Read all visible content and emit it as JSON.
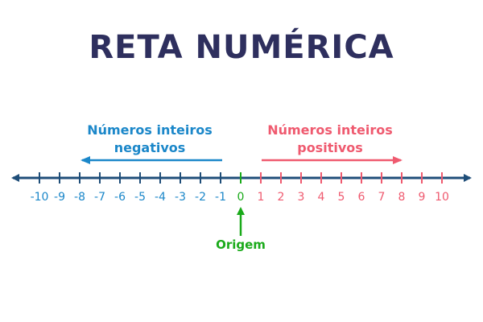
{
  "title": "RETA NUMÉRICA",
  "negative_label": {
    "line1": "Números inteiros",
    "line2": "negativos"
  },
  "positive_label": {
    "line1": "Números inteiros",
    "line2": "positivos"
  },
  "origin_label": "Origem",
  "ticks": [
    {
      "value": -10,
      "label": "-10"
    },
    {
      "value": -9,
      "label": "-9"
    },
    {
      "value": -8,
      "label": "-8"
    },
    {
      "value": -7,
      "label": "-7"
    },
    {
      "value": -6,
      "label": "-6"
    },
    {
      "value": -5,
      "label": "-5"
    },
    {
      "value": -4,
      "label": "-4"
    },
    {
      "value": -3,
      "label": "-3"
    },
    {
      "value": -2,
      "label": "-2"
    },
    {
      "value": -1,
      "label": "-1"
    },
    {
      "value": 0,
      "label": "0"
    },
    {
      "value": 1,
      "label": "1"
    },
    {
      "value": 2,
      "label": "2"
    },
    {
      "value": 3,
      "label": "3"
    },
    {
      "value": 4,
      "label": "4"
    },
    {
      "value": 5,
      "label": "5"
    },
    {
      "value": 6,
      "label": "6"
    },
    {
      "value": 7,
      "label": "7"
    },
    {
      "value": 8,
      "label": "8"
    },
    {
      "value": 9,
      "label": "9"
    },
    {
      "value": 10,
      "label": "10"
    }
  ],
  "colors": {
    "title": "#2e2f5e",
    "axis": "#1f4e79",
    "negative": "#1b87c9",
    "positive": "#ef5a6f",
    "origin": "#1aaa1a"
  }
}
